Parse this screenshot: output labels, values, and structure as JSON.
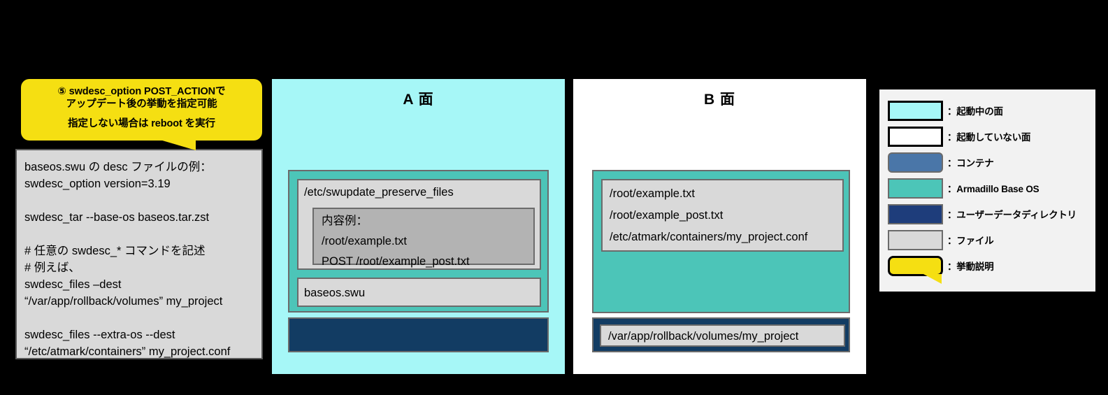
{
  "callout": {
    "lines": [
      "⑤ swdesc_option POST_ACTIONで",
      "アップデート後の挙動を指定可能"
    ],
    "line2": "指定しない場合は reboot を実行",
    "color": "#f5df12"
  },
  "description": {
    "lines": [
      "baseos.swu の desc ファイルの例：",
      "swdesc_option version=3.19",
      "",
      "swdesc_tar --base-os baseos.tar.zst",
      "",
      "# 任意の swdesc_* コマンドを記述",
      "# 例えば、",
      "swdesc_files –dest",
      "“/var/app/rollback/volumes”  my_project",
      "",
      "swdesc_files --extra-os --dest",
      "“/etc/atmark/containers” my_project.conf"
    ]
  },
  "panel_a": {
    "title": "A 面",
    "background": "#a6f7f7",
    "preserve_file": {
      "name": "/etc/swupdate_preserve_files",
      "inner": {
        "lines": [
          "内容例：",
          "/root/example.txt",
          "POST /root/example_post.txt"
        ]
      }
    },
    "swu_file": "baseos.swu"
  },
  "panel_b": {
    "title": "B 面",
    "background": "#ffffff",
    "os_file_lines": [
      "/root/example.txt",
      "/root/example_post.txt",
      "/etc/atmark/containers/my_project.conf"
    ],
    "volume_path": "/var/app/rollback/volumes/my_project"
  },
  "legend": {
    "items": [
      {
        "label": "：起動中の面",
        "swatch": "booted",
        "color": "#a6f7f7"
      },
      {
        "label": "：起動していない面",
        "swatch": "notbooted",
        "color": "#ffffff"
      },
      {
        "label": "：コンテナ",
        "swatch": "container",
        "color": "#4a76a8"
      },
      {
        "label": "：Armadillo Base  OS",
        "swatch": "baseos",
        "color": "#4cc5b8"
      },
      {
        "label": "：ユーザーデータディレクトリ",
        "swatch": "userdata",
        "color": "#1e3d7b"
      },
      {
        "label": "：ファイル",
        "swatch": "file",
        "color": "#d9d9d9"
      },
      {
        "label": "：挙動説明",
        "swatch": "callout",
        "color": "#f5df12"
      }
    ]
  }
}
